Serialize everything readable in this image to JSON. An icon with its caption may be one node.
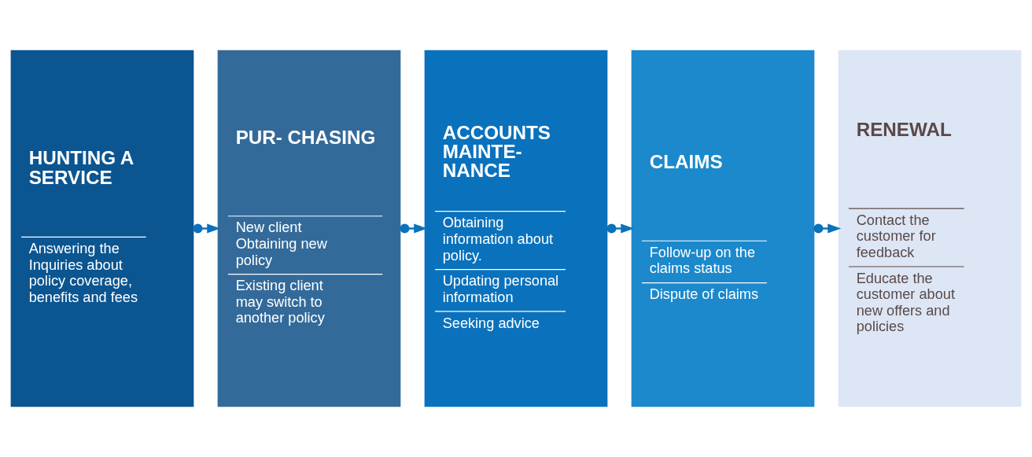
{
  "diagram": {
    "nodes": [
      {
        "text": [
          "HUNTING A SERVICE",
          "Answering the Inquiries about policy coverage, benefits and fees"
        ]
      },
      {
        "text": [
          "PUR- CHASING",
          "New client Obtaining new policy",
          "Existing client may switch to another policy"
        ]
      },
      {
        "text": [
          "ACCOUNTS MAINTE- NANCE",
          "Obtaining information about policy.",
          "Updating personal information",
          "Seeking advice"
        ]
      },
      {
        "text": [
          "CLAIMS",
          "Follow-up on the claims status",
          "Dispute of claims"
        ]
      },
      {
        "text": [
          "RENEWAL",
          "Contact the customer for feedback",
          "Educate the customer about new offers and policies"
        ]
      }
    ],
    "edges": [
      {
        "from": 0,
        "to": 1,
        "arrow": "to"
      },
      {
        "from": 1,
        "to": 2,
        "arrow": "to"
      },
      {
        "from": 2,
        "to": 3,
        "arrow": "to"
      },
      {
        "from": 3,
        "to": 4,
        "arrow": "to"
      }
    ]
  }
}
